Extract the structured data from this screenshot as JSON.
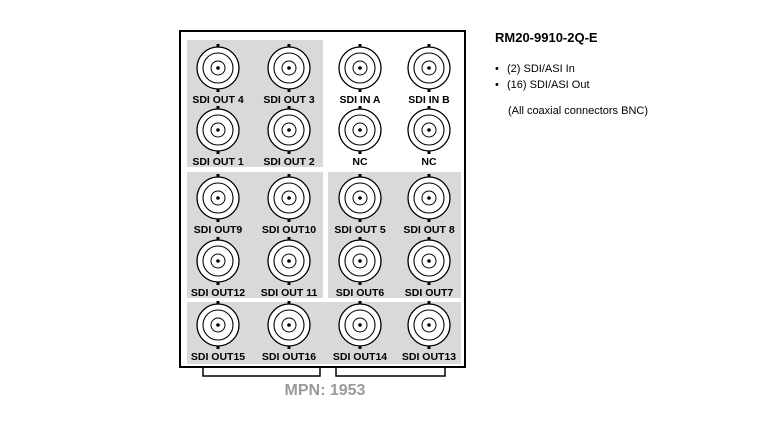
{
  "model_title": "RM20-9910-2Q-E",
  "features": [
    "(2) SDI/ASI In",
    "(16) SDI/ASI Out"
  ],
  "note": "(All coaxial connectors BNC)",
  "mpn": "MPN: 1953",
  "connectors": [
    {
      "label": "SDI OUT 4"
    },
    {
      "label": "SDI OUT 3"
    },
    {
      "label": "SDI IN A"
    },
    {
      "label": "SDI IN B"
    },
    {
      "label": "SDI OUT 1"
    },
    {
      "label": "SDI OUT 2"
    },
    {
      "label": "NC"
    },
    {
      "label": "NC"
    },
    {
      "label": "SDI OUT9"
    },
    {
      "label": "SDI OUT10"
    },
    {
      "label": "SDI OUT 5"
    },
    {
      "label": "SDI OUT 8"
    },
    {
      "label": "SDI OUT12"
    },
    {
      "label": "SDI OUT 11"
    },
    {
      "label": "SDI OUT6"
    },
    {
      "label": "SDI OUT7"
    },
    {
      "label": "SDI OUT15"
    },
    {
      "label": "SDI OUT16"
    },
    {
      "label": "SDI OUT14"
    },
    {
      "label": "SDI OUT13"
    }
  ]
}
